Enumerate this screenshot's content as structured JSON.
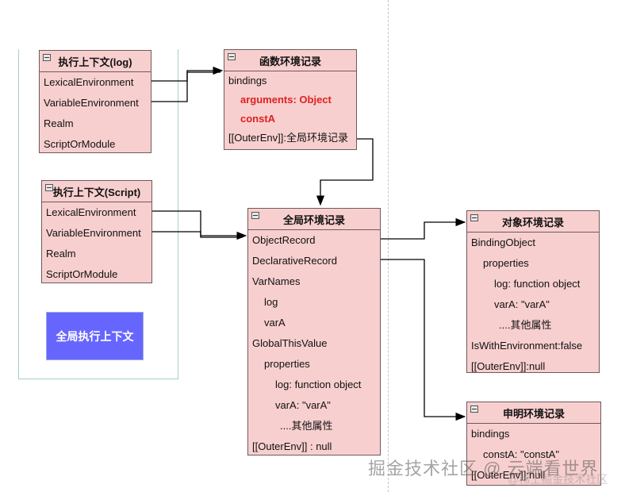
{
  "contexts": {
    "log": {
      "title": "执行上下文(log)",
      "fields": [
        "LexicalEnvironment",
        "VariableEnvironment",
        "Realm",
        "ScriptOrModule"
      ]
    },
    "script": {
      "title": "执行上下文(Script)",
      "fields": [
        "LexicalEnvironment",
        "VariableEnvironment",
        "Realm",
        "ScriptOrModule"
      ]
    },
    "global_label": "全局执行上下文"
  },
  "function_env": {
    "title": "函数环境记录",
    "rows": [
      "bindings",
      "arguments:  Object",
      "constA",
      "[[OuterEnv]]:全局环境记录"
    ]
  },
  "global_env": {
    "title": "全局环境记录",
    "rows": [
      "ObjectRecord",
      "DeclarativeRecord",
      "VarNames",
      "log",
      "varA",
      "GlobalThisValue",
      "properties",
      "log: function object",
      "varA:  \"varA\"",
      "....其他属性",
      "[[OuterEnv]] :   null"
    ]
  },
  "object_env": {
    "title": "对象环境记录",
    "rows": [
      "BindingObject",
      "properties",
      "log: function object",
      "varA: \"varA\"",
      "....其他属性",
      "IsWithEnvironment:false",
      "[[OuterEnv]]:null"
    ]
  },
  "declarative_env": {
    "title": "申明环境记录",
    "rows": [
      "bindings",
      "constA: \"constA\"",
      "[[OuterEnv]]:null"
    ]
  },
  "colors": {
    "box_fill": "#f8cfcf",
    "box_border": "#6e5a5a",
    "highlight_text": "#e02020",
    "global_context_fill": "#6666ff"
  },
  "watermark": {
    "main": "掘金技术社区 @ 云端看世界",
    "sub": "@稀土掘金技术社区"
  }
}
